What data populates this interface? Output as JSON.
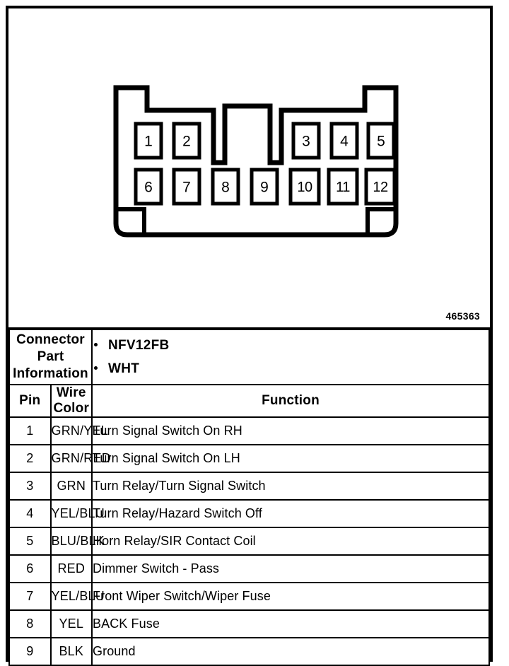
{
  "diagram": {
    "part_number": "465363",
    "pin_rows": [
      {
        "row": "top",
        "pins": [
          "1",
          "2",
          "3",
          "4",
          "5"
        ]
      },
      {
        "row": "bottom",
        "pins": [
          "6",
          "7",
          "8",
          "9",
          "10",
          "11",
          "12"
        ]
      }
    ],
    "pin_labels_top": [
      "1",
      "2",
      "3",
      "4",
      "5"
    ],
    "pin_labels_bottom": [
      "6",
      "7",
      "8",
      "9",
      "10",
      "11",
      "12"
    ],
    "outline_color": "#000000",
    "background_color": "#ffffff"
  },
  "connector_info": {
    "label": "Connector Part Information",
    "label_line1": "Connector Part",
    "label_line2": "Information",
    "items": [
      "NFV12FB",
      "WHT"
    ]
  },
  "table": {
    "headers": [
      "Pin",
      "Wire Color",
      "Function"
    ],
    "rows": [
      {
        "pin": "1",
        "wire_color": "GRN/YEL",
        "function": "Turn Signal Switch On RH"
      },
      {
        "pin": "2",
        "wire_color": "GRN/RED",
        "function": "Turn Signal Switch On LH"
      },
      {
        "pin": "3",
        "wire_color": "GRN",
        "function": "Turn Relay/Turn Signal Switch"
      },
      {
        "pin": "4",
        "wire_color": "YEL/BLU",
        "function": "Turn Relay/Hazard Switch Off"
      },
      {
        "pin": "5",
        "wire_color": "BLU/BLK",
        "function": "Horn Relay/SIR Contact Coil"
      },
      {
        "pin": "6",
        "wire_color": "RED",
        "function": "Dimmer Switch - Pass"
      },
      {
        "pin": "7",
        "wire_color": "YEL/BLU",
        "function": "Front Wiper Switch/Wiper Fuse"
      },
      {
        "pin": "8",
        "wire_color": "YEL",
        "function": "BACK Fuse"
      },
      {
        "pin": "9",
        "wire_color": "BLK",
        "function": "Ground"
      }
    ]
  }
}
